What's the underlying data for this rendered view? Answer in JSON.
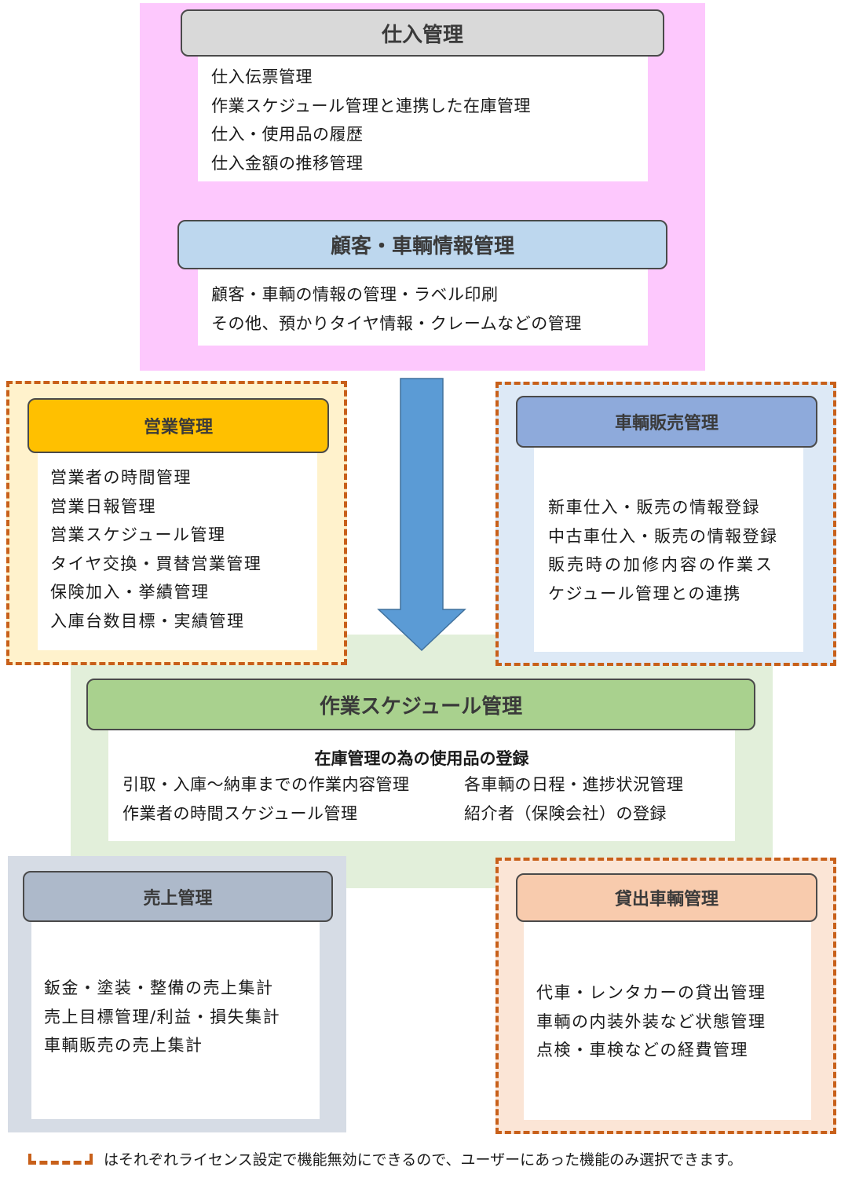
{
  "purchase": {
    "title": "仕入管理",
    "items": [
      "仕入伝票管理",
      "作業スケジュール管理と連携した在庫管理",
      "仕入・使用品の履歴",
      "仕入金額の推移管理"
    ]
  },
  "customer": {
    "title": "顧客・車輌情報管理",
    "items": [
      "顧客・車輌の情報の管理・ラベル印刷",
      "その他、預かりタイヤ情報・クレームなどの管理"
    ]
  },
  "sales": {
    "title": "営業管理",
    "items": [
      "営業者の時間管理",
      "営業日報管理",
      "営業スケジュール管理",
      "タイヤ交換・買替営業管理",
      "保険加入・挙績管理",
      "入庫台数目標・実績管理"
    ]
  },
  "vehicle_sales": {
    "title": "車輌販売管理",
    "items": [
      "新車仕入・販売の情報登録",
      "中古車仕入・販売の情報登録",
      "販売時の加修内容の作業ス",
      "ケジュール管理との連携"
    ]
  },
  "work_schedule": {
    "title": "作業スケジュール管理",
    "subtitle": "在庫管理の為の使用品の登録",
    "left_items": [
      "引取・入庫～納車までの作業内容管理",
      "作業者の時間スケジュール管理"
    ],
    "right_items": [
      "各車輌の日程・進捗状況管理",
      "紹介者（保険会社）の登録"
    ]
  },
  "revenue": {
    "title": "売上管理",
    "items": [
      "鈑金・塗装・整備の売上集計",
      "売上目標管理/利益・損失集計",
      "車輌販売の売上集計"
    ]
  },
  "rental": {
    "title": "貸出車輌管理",
    "items": [
      "代車・レンタカーの貸出管理",
      "車輌の内装外装など状態管理",
      "点検・車検などの経費管理"
    ]
  },
  "legend": {
    "text": "はそれぞれライセンス設定で機能無効にできるので、ユーザーにあった機能のみ選択できます。"
  },
  "colors": {
    "optional_border": "#c8601a",
    "arrow": "#5b9bd5"
  }
}
